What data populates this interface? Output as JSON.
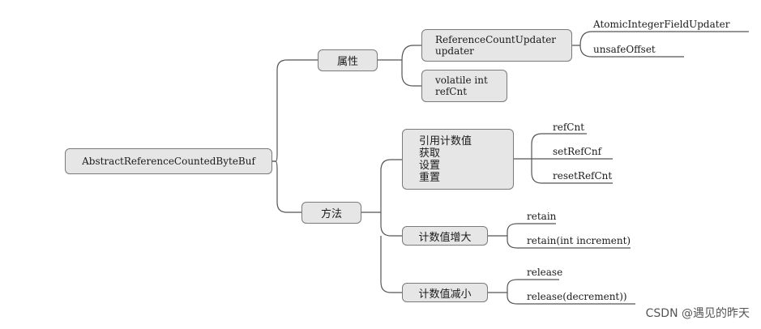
{
  "root": {
    "label": "AbstractReferenceCountedByteBuf"
  },
  "attributes": {
    "label": "属性",
    "updater_node": {
      "lines": [
        "ReferenceCountUpdater",
        "updater"
      ]
    },
    "updater_leaves": [
      "AtomicIntegerFieldUpdater",
      "unsafeOffset"
    ],
    "refcnt_node": {
      "lines": [
        "volatile int",
        "refCnt"
      ]
    }
  },
  "methods": {
    "label": "方法",
    "group_refcnt": {
      "lines": [
        "引用计数值",
        "获取",
        "设置",
        "重置"
      ],
      "leaves": [
        "refCnt",
        "setRefCnf",
        "resetRefCnt"
      ]
    },
    "group_increase": {
      "label": "计数值增大",
      "leaves": [
        "retain",
        "retain(int increment)"
      ]
    },
    "group_decrease": {
      "label": "计数值减小",
      "leaves": [
        "release",
        "release(decrement))"
      ]
    }
  },
  "watermark": "CSDN @遇见的昨天",
  "colors": {
    "node_fill": "#e6e6e6",
    "node_border": "#7a7a7a",
    "line": "#555555"
  }
}
